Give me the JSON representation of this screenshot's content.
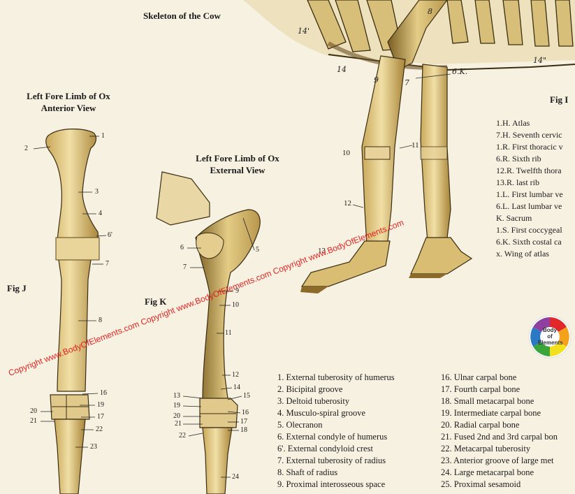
{
  "header": {
    "title": "Skeleton of the Cow",
    "fig_i": "Fig I",
    "fig_j": "Fig J",
    "fig_k": "Fig K",
    "title_anterior_1": "Left Fore Limb of Ox",
    "title_anterior_2": "Anterior View",
    "title_external_1": "Left Fore Limb of Ox",
    "title_external_2": "External View"
  },
  "fig_i_legend": [
    "1.H. Atlas",
    "7.H. Seventh cervic",
    "1.R. First thoracic v",
    "6.R. Sixth rib",
    "12.R. Twelfth thora",
    "13.R. last rib",
    "1.L. First lumbar ve",
    "6.L. Last lumbar ve",
    "K. Sacrum",
    "1.S. First coccygeal",
    "6.K. Sixth costal ca",
    "x. Wing of atlas"
  ],
  "skeleton_labels": {
    "l14p": "14'",
    "l14": "14",
    "l9": "9",
    "l7": "7",
    "l8": "8",
    "l6k": "6.K.",
    "l14pp": "14\"",
    "l10": "10",
    "l11": "11",
    "l12": "12",
    "l13": "13"
  },
  "fig_j_labels": {
    "n1": "1",
    "n2": "2",
    "n3": "3",
    "n4": "4",
    "n6p": "6'",
    "n7": "7",
    "n8": "8",
    "n16": "16",
    "n19": "19",
    "n20": "20",
    "n17": "17",
    "n21": "21",
    "n22": "22",
    "n23": "23"
  },
  "fig_k_labels": {
    "n5": "5",
    "n6": "6",
    "n7": "7",
    "n9": "9",
    "n10": "10",
    "n11": "11",
    "n12": "12",
    "n13": "13",
    "n14": "14",
    "n15": "15",
    "n19": "19",
    "n16": "16",
    "n20": "20",
    "n17": "17",
    "n21": "21",
    "n18": "18",
    "n22": "22",
    "n24": "24"
  },
  "legend_left": [
    "1. External tuberosity of humerus",
    "2. Bicipital groove",
    "3. Deltoid tuberosity",
    "4. Musculo-spiral groove",
    "5. Olecranon",
    "6. External condyle of humerus",
    "6'. External condyloid crest",
    "7. External tuberosity of radius",
    "8. Shaft of radius",
    "9. Proximal interosseous space"
  ],
  "legend_right": [
    "16. Ulnar carpal bone",
    "17. Fourth carpal bone",
    "18. Small metacarpal bone",
    "19. Intermediate carpal bone",
    "20. Radial carpal bone",
    "21. Fused 2nd and 3rd carpal bon",
    "22. Metacarpal tuberosity",
    "23. Anterior groove of large met",
    "24. Large metacarpal bone",
    "25. Proximal sesamoid"
  ],
  "logo": {
    "line1": "Body",
    "line2": "of",
    "line3": "Elements"
  },
  "watermark": "Copyright www.BodyOfElements.com Copyright www.BodyOfElements.com Copyright www.BodyOfElements.com"
}
